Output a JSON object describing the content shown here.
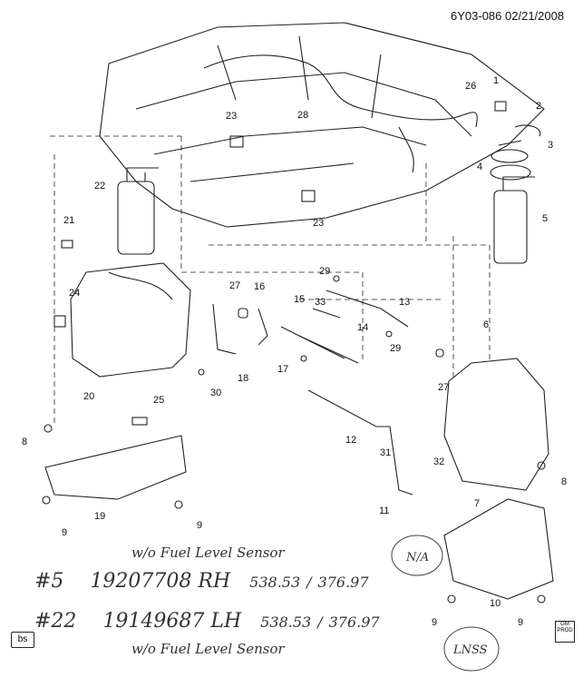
{
  "header": {
    "code": "6Y03-086",
    "date": "02/21/2008"
  },
  "callouts": [
    "1",
    "2",
    "3",
    "4",
    "5",
    "6",
    "7",
    "8",
    "9",
    "10",
    "11",
    "12",
    "13",
    "14",
    "15",
    "16",
    "17",
    "18",
    "19",
    "20",
    "21",
    "22",
    "23",
    "24",
    "25",
    "26",
    "27",
    "28",
    "29",
    "30",
    "31",
    "32",
    "33"
  ],
  "parts": [
    {
      "ref": "#5",
      "number": "19207708",
      "side": "RH",
      "price_list": "538.53",
      "price_net": "376.97"
    },
    {
      "ref": "#22",
      "number": "19149687",
      "side": "LH",
      "price_list": "538.53",
      "price_net": "376.97"
    }
  ],
  "notes": {
    "top": "w/o Fuel Level Sensor",
    "bottom": "w/o Fuel Level Sensor",
    "circle1": "N/A",
    "circle2": "LNSS"
  },
  "badges": {
    "bs": "bs",
    "gm": "GM PROD"
  }
}
